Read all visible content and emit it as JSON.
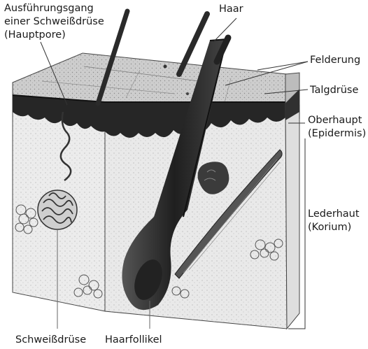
{
  "labels": {
    "ausfuehrungsgang": [
      "Ausführungsgang",
      "einer Schweißdrüse",
      "(Hauptpore)"
    ],
    "haar": "Haar",
    "felderung": "Felderung",
    "talgdruese": "Talgdrüse",
    "oberhaut": [
      "Oberhaupt",
      "(Epidermis)"
    ],
    "lederhaut": [
      "Lederhaut",
      "(Korium)"
    ],
    "schweissdruese": "Schweißdrüse",
    "haarfollikel": "Haarfollikel"
  },
  "colors": {
    "ink": "#1a1a1a",
    "epidermis": "#2a2a2a",
    "surface": "#cfcfcf",
    "dermis": "#e6e6e6",
    "follicle": "#3a3a3a"
  }
}
